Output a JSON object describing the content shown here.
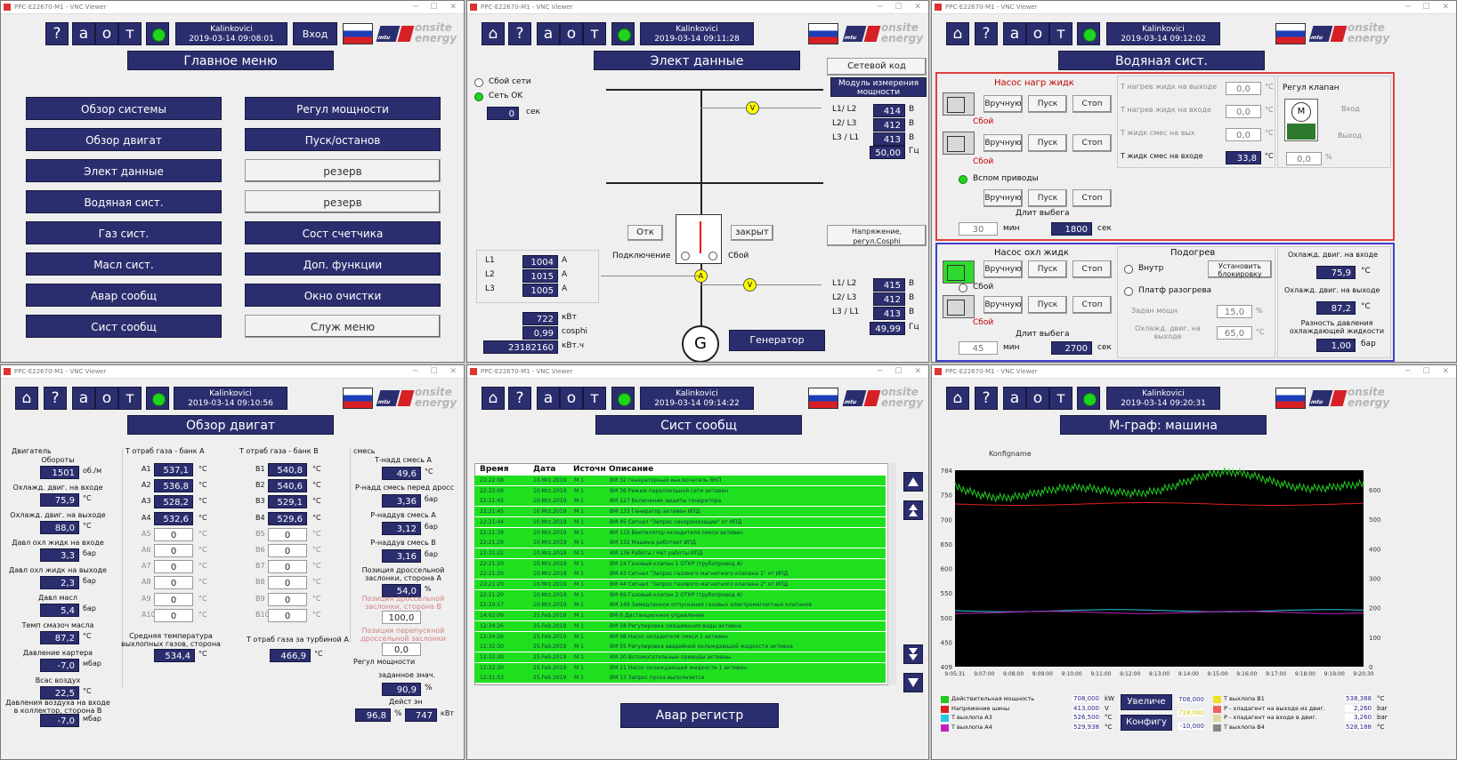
{
  "win_title": "PPC-E22670-M1 - VNC Viewer",
  "hdr": {
    "help": "?",
    "a": "а",
    "o": "о",
    "t": "т",
    "login": "Вход",
    "logo": "onsite energy",
    "mtu": "mtu",
    "site": "Kalinkovici"
  },
  "w1": {
    "ts": "2019-03-14 09:08:01",
    "title": "Главное меню",
    "left": [
      "Обзор системы",
      "Обзор двигат",
      "Элект данные",
      "Водяная сист.",
      "Газ сист.",
      "Масл сист.",
      "Авар сообщ",
      "Сист сообщ"
    ],
    "right": [
      "Регул мощности",
      "Пуск/останов",
      "резерв",
      "резерв",
      "Сост счетчика",
      "Доп. функции",
      "Окно очистки",
      "Служ меню"
    ]
  },
  "w2": {
    "ts": "2019-03-14 09:11:28",
    "title": "Элект данные",
    "net_fail": "Сбой сети",
    "net_ok": "Сеть OK",
    "sec_val": "0",
    "sec": "сек",
    "grid_code": "Сетевой код",
    "meas_module": "Модуль измерения мощности",
    "top": [
      {
        "l": "L1/ L2",
        "v": "414",
        "u": "В"
      },
      {
        "l": "L2/ L3",
        "v": "412",
        "u": "В"
      },
      {
        "l": "L3 / L1",
        "v": "413",
        "u": "В"
      }
    ],
    "top_hz": "50,00",
    "hz": "Гц",
    "otk": "Отк",
    "zakryt": "закрыт",
    "conn": "Подключение",
    "fail": "Сбой",
    "volt_reg": "Напряжение, регул.Cosphi",
    "cur": [
      {
        "l": "L1",
        "v": "1004",
        "u": "А"
      },
      {
        "l": "L2",
        "v": "1015",
        "u": "А"
      },
      {
        "l": "L3",
        "v": "1005",
        "u": "А"
      }
    ],
    "kw": "722",
    "kw_u": "кВт",
    "cos": "0,99",
    "cos_u": "cosphi",
    "kwh": "23182160",
    "kwh_u": "кВт.ч",
    "gen": "Генератор",
    "G": "G",
    "V": "V",
    "A": "A",
    "bot": [
      {
        "l": "L1/ L2",
        "v": "415",
        "u": "В"
      },
      {
        "l": "L2/ L3",
        "v": "412",
        "u": "В"
      },
      {
        "l": "L3 / L1",
        "v": "413",
        "u": "В"
      }
    ],
    "bot_hz": "49,99"
  },
  "w3": {
    "ts": "2019-03-14 09:12:02",
    "title": "Водяная сист.",
    "pump_fill": "Насос нагр жидк",
    "man": "Вручную",
    "start": "Пуск",
    "stop": "Стоп",
    "fail": "Сбой",
    "aux": "Вспом приводы",
    "run_len": "Длит выбега",
    "min": "мин",
    "sec": "сек",
    "aux_min": "30",
    "aux_sec": "1800",
    "r1": [
      {
        "l": "Т нагрев жидк на выходе",
        "v": "0,0"
      },
      {
        "l": "Т нагрев жидк на входе",
        "v": "0,0"
      },
      {
        "l": "Т жидк смес на вых",
        "v": "0,0"
      },
      {
        "l": "Т жидк смес на входе",
        "v": "33,8"
      }
    ],
    "degc": "°C",
    "valve_reg": "Регул клапан",
    "vin": "Вход",
    "vout": "Выход",
    "vpct": "0,0",
    "pct": "%",
    "M": "M",
    "pump_cool": "Насос охл жидк",
    "cool_min": "45",
    "cool_sec": "2700",
    "preheat": "Подогрев",
    "inside": "Внутр",
    "set_block": "Установить блокировку",
    "plat": "Платф разогрева",
    "set_pow": "Задан мощн",
    "set_pow_v": "15,0",
    "out_t": "Охлажд. двиг. на выходе",
    "out_t_v": "65,0",
    "c1": "Охлажд. двиг. на входе",
    "c1v": "75,9",
    "c2": "Охлажд. двиг. на выходе",
    "c2v": "87,2",
    "c3": "Разность давления охлаждающей жидкости",
    "c3v": "1,00",
    "bar": "бар"
  },
  "w4": {
    "ts": "2019-03-14 09:10:56",
    "title": "Обзор двигат",
    "eng": "Двигатель",
    "left": [
      {
        "l": "Обороты",
        "v": "1501",
        "u": "об./м"
      },
      {
        "l": "Охлажд. двиг. на входе",
        "v": "75,9",
        "u": "°C"
      },
      {
        "l": "Охлажд. двиг. на выходе",
        "v": "88,0",
        "u": "°C"
      },
      {
        "l": "Давл охл жидк на входе",
        "v": "3,3",
        "u": "бар"
      },
      {
        "l": "Давл охл жидк на выходе",
        "v": "2,3",
        "u": "бар"
      },
      {
        "l": "Давл масл",
        "v": "5,4",
        "u": "бар"
      },
      {
        "l": "Темп смазоч масла",
        "v": "87,2",
        "u": "°C"
      },
      {
        "l": "Давление картера",
        "v": "-7,0",
        "u": "мбар"
      },
      {
        "l": "Всас воздух",
        "v": "22,5",
        "u": "°C"
      },
      {
        "l": "Давления воздуха на входе в коллектор, сторона B",
        "v": "-7,0",
        "u": "мбар"
      }
    ],
    "bankA": "Т отраб газа - банк A",
    "bankB": "Т отраб газа - банк B",
    "A": [
      [
        "A1",
        "537,1"
      ],
      [
        "A2",
        "536,8"
      ],
      [
        "A3",
        "528,2"
      ],
      [
        "A4",
        "532,6"
      ],
      [
        "A5",
        "0"
      ],
      [
        "A6",
        "0"
      ],
      [
        "A7",
        "0"
      ],
      [
        "A8",
        "0"
      ],
      [
        "A9",
        "0"
      ],
      [
        "A10",
        "0"
      ]
    ],
    "B": [
      [
        "B1",
        "540,8"
      ],
      [
        "B2",
        "540,6"
      ],
      [
        "B3",
        "529,1"
      ],
      [
        "B4",
        "529,6"
      ],
      [
        "B5",
        "0"
      ],
      [
        "B6",
        "0"
      ],
      [
        "B7",
        "0"
      ],
      [
        "B8",
        "0"
      ],
      [
        "B9",
        "0"
      ],
      [
        "B10",
        "0"
      ]
    ],
    "avg": "Средняя температура выхлопных газов, сторона A/",
    "avg_v": "534,4",
    "turb": "Т отраб газа за турбиной A",
    "turb_v": "466,9",
    "mix": "смесь",
    "right": [
      {
        "l": "Т-надд смесь А",
        "v": "49,6",
        "u": "°C"
      },
      {
        "l": "Р-надд смесь перед дросс",
        "v": "3,36",
        "u": "бар"
      },
      {
        "l": "Р-наддув смесь А",
        "v": "3,12",
        "u": "бар"
      },
      {
        "l": "Р-наддув смесь B",
        "v": "3,16",
        "u": "бар"
      },
      {
        "l": "Позиция дроссельной заслонки, сторона А",
        "v": "54,0",
        "u": "%"
      }
    ],
    "thr_b": "Позиция дроссельной заслонки, сторона B",
    "thr_b_v": "100,0",
    "bypass": "Позиция перепускной дроссельной заслонки",
    "bypass_v": "0,0",
    "preg": "Регул мощности",
    "setp": "заданное знач.",
    "setp_v": "90,9",
    "act": "Дейст эн",
    "act_pct": "96,8",
    "act_kw": "747",
    "kw": "кВт",
    "pct": "%",
    "degc": "°C"
  },
  "w5": {
    "ts": "2019-03-14 09:14:22",
    "title": "Сист сообщ",
    "cols": [
      "Время",
      "Дата",
      "Источн",
      "Описание"
    ],
    "rows": [
      [
        "22:22:08",
        "10.Mrz.2019",
        "M 1",
        "BM 32 генераторный выключатель ВКП"
      ],
      [
        "22:22:06",
        "10.Mrz.2019",
        "M 1",
        "BM 36 Режим параллельной сети активен"
      ],
      [
        "22:21:45",
        "10.Mrz.2019",
        "M 1",
        "BM 127 Включение защиты генератора"
      ],
      [
        "22:21:45",
        "10.Mrz.2019",
        "M 1",
        "BM 133 Генератор активен ИПД"
      ],
      [
        "22:21:44",
        "10.Mrz.2019",
        "M 1",
        "BM 45 Сигнал \"Запрос синхронизации\" от ИПД"
      ],
      [
        "22:21:39",
        "10.Mrz.2019",
        "M 1",
        "BM 115 Вентилятор охладителя смеси активен"
      ],
      [
        "22:21:29",
        "10.Mrz.2019",
        "M 1",
        "BM 132 Машина работает ИПД"
      ],
      [
        "22:21:22",
        "10.Mrz.2019",
        "M 1",
        "BM 136 Работа / Нет работы ИПД"
      ],
      [
        "22:21:20",
        "10.Mrz.2019",
        "M 1",
        "BM 24 Газовый клапан 1 ОТКР (трубопровод А)"
      ],
      [
        "22:21:20",
        "10.Mrz.2019",
        "M 1",
        "BM 43 Сигнал \"Запрос газового магнитного клапана 1\" от ИПД"
      ],
      [
        "22:21:20",
        "10.Mrz.2019",
        "M 1",
        "BM 44 Сигнал \"Запрос газового магнитного клапана 2\" от ИПД"
      ],
      [
        "22:21:20",
        "10.Mrz.2019",
        "M 1",
        "BM 69 Газовый клапан 2 ОТКР (трубопровод А)"
      ],
      [
        "22:20:57",
        "10.Mrz.2019",
        "M 1",
        "BM 149 Замедленное отпускания газовых электромагнитных клапанов"
      ],
      [
        "14:02:09",
        "25.Feb.2019",
        "M 1",
        "BM 6 Дистанционное управление"
      ],
      [
        "12:34:26",
        "25.Feb.2019",
        "M 1",
        "BM 58 Регулировка смешивания воды активна"
      ],
      [
        "12:34:26",
        "25.Feb.2019",
        "M 1",
        "BM 98 Насос охладителя смеси 1 активен"
      ],
      [
        "12:32:30",
        "25.Feb.2019",
        "M 1",
        "BM 55 Регулировка аварийной охлаждающей жидкости активна"
      ],
      [
        "12:32:30",
        "25.Feb.2019",
        "M 1",
        "BM 20 Вспомогательные приводы активны"
      ],
      [
        "12:32:30",
        "25.Feb.2019",
        "M 1",
        "BM 21 Насос охлаждающей жидкости 1 активен"
      ],
      [
        "12:31:53",
        "25.Feb.2019",
        "M 1",
        "BM 13 Запрос пуска выполняется"
      ]
    ],
    "alarm_btn": "Авар регистр"
  },
  "w6": {
    "ts": "2019-03-14 09:20:31",
    "title": "М-граф: машина",
    "konfig": "Konfigname",
    "yl": [
      "784",
      "750",
      "700",
      "650",
      "600",
      "550",
      "500",
      "450",
      "409"
    ],
    "yr": [
      "600",
      "500",
      "400",
      "300",
      "200",
      "100",
      "0"
    ],
    "xt": [
      "9:05:31",
      "9:07:00",
      "9:08:00",
      "9:09:00",
      "9:10:00",
      "9:11:00",
      "9:12:00",
      "9:13:00",
      "9:14:00",
      "9:15:00",
      "9:16:00",
      "9:17:00",
      "9:18:00",
      "9:19:00",
      "9:20:30"
    ],
    "leg1": [
      {
        "n": "Действительная мощность",
        "v": "708,000",
        "u": "kW",
        "c": "#22c922"
      },
      {
        "n": "Напряжение шины",
        "v": "413,000",
        "u": "V",
        "c": "#e02020"
      },
      {
        "n": "Т выхлопа A3",
        "v": "526,500",
        "u": "°C",
        "c": "#28c8e8"
      },
      {
        "n": "Т выхлопа A4",
        "v": "529,938",
        "u": "°C",
        "c": "#c020c0"
      }
    ],
    "zoom": "Увеличе",
    "konf": "Конфигу",
    "mid": [
      {
        "v": "708,000"
      },
      {
        "v": "718,000"
      },
      {
        "v": "-10,000"
      }
    ],
    "leg2": [
      {
        "n": "Т выхлопа B1",
        "v": "538,388",
        "u": "°C",
        "c": "#f0e020"
      },
      {
        "n": "Р - хладагент на выходе из двиг.",
        "v": "2,260",
        "u": "bar",
        "c": "#f06060"
      },
      {
        "n": "Р - хладагент на входе в двиг.",
        "v": "3,260",
        "u": "bar",
        "c": "#e0d8a0"
      },
      {
        "n": "Т выхлопа B4",
        "v": "528,188",
        "u": "°C",
        "c": "#888888"
      }
    ],
    "colors": {
      "power": "#22c922",
      "voltage": "#e02020",
      "a3": "#28c8e8",
      "a4": "#c020c0"
    }
  }
}
